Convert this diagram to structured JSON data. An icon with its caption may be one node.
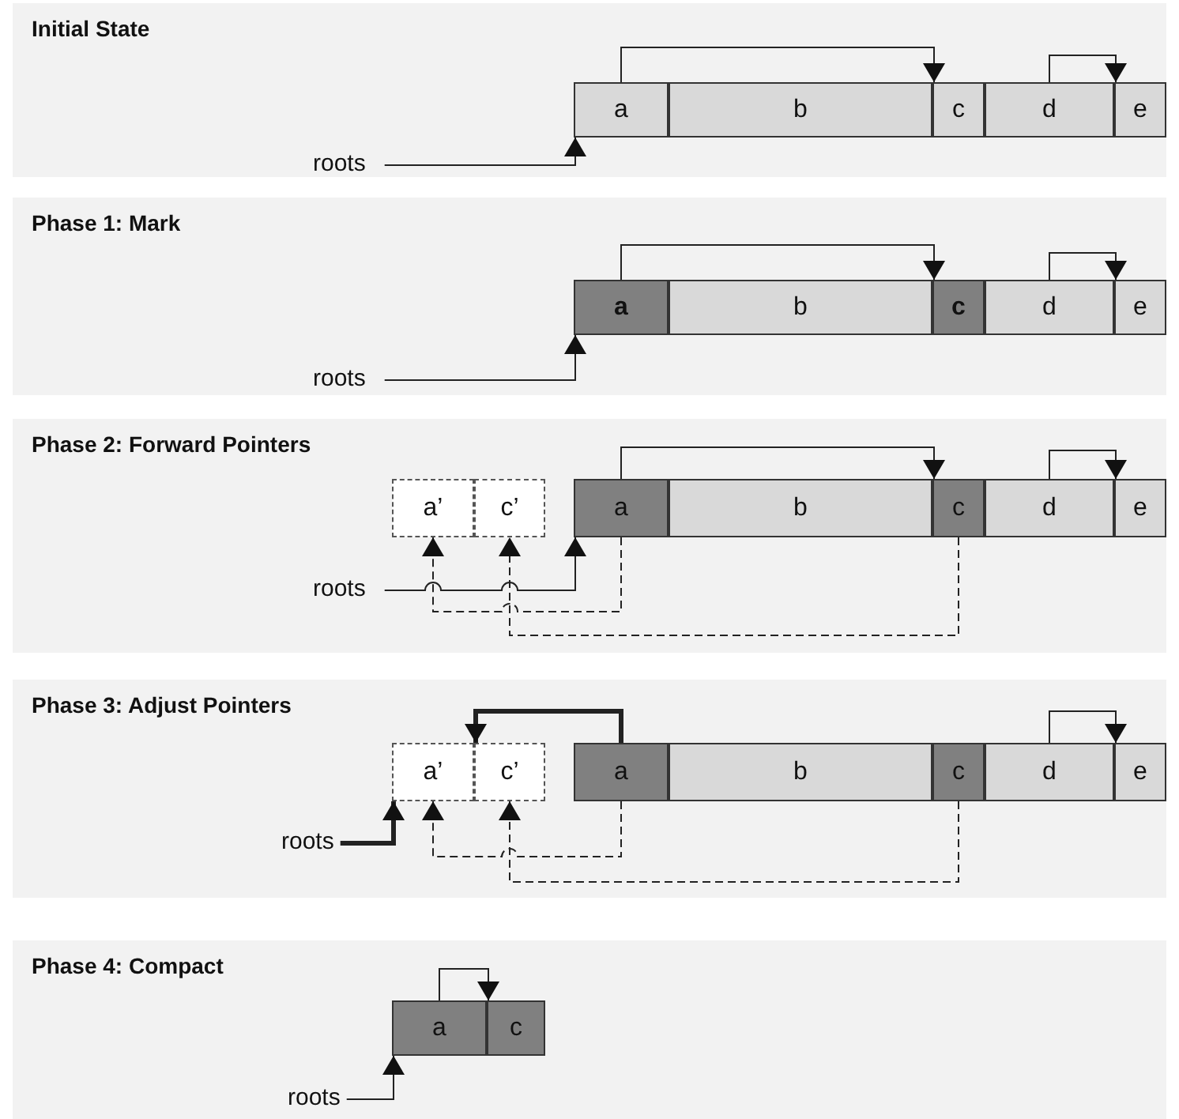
{
  "diagram": {
    "nodes": [
      {
        "text": [
          "Initial State"
        ]
      },
      {
        "text": [
          "a"
        ],
        "in": 0
      },
      {
        "text": [
          "b"
        ],
        "in": 0
      },
      {
        "text": [
          "c"
        ],
        "in": 0
      },
      {
        "text": [
          "d"
        ],
        "in": 0
      },
      {
        "text": [
          "e"
        ],
        "in": 0
      },
      {
        "text": [
          "roots"
        ],
        "in": 0
      },
      {
        "text": [
          "Phase 1: Mark"
        ]
      },
      {
        "text": [
          "a"
        ],
        "in": 7
      },
      {
        "text": [
          "b"
        ],
        "in": 7
      },
      {
        "text": [
          "c"
        ],
        "in": 7
      },
      {
        "text": [
          "d"
        ],
        "in": 7
      },
      {
        "text": [
          "e"
        ],
        "in": 7
      },
      {
        "text": [
          "roots"
        ],
        "in": 7
      },
      {
        "text": [
          "Phase 2: Forward Pointers"
        ]
      },
      {
        "text": [
          "a’"
        ],
        "in": 14
      },
      {
        "text": [
          "c’"
        ],
        "in": 14
      },
      {
        "text": [
          "a"
        ],
        "in": 14
      },
      {
        "text": [
          "b"
        ],
        "in": 14
      },
      {
        "text": [
          "c"
        ],
        "in": 14
      },
      {
        "text": [
          "d"
        ],
        "in": 14
      },
      {
        "text": [
          "e"
        ],
        "in": 14
      },
      {
        "text": [
          "roots"
        ],
        "in": 14
      },
      {
        "text": [
          "Phase 3: Adjust Pointers"
        ]
      },
      {
        "text": [
          "a’"
        ],
        "in": 23
      },
      {
        "text": [
          "c’"
        ],
        "in": 23
      },
      {
        "text": [
          "a"
        ],
        "in": 23
      },
      {
        "text": [
          "b"
        ],
        "in": 23
      },
      {
        "text": [
          "c"
        ],
        "in": 23
      },
      {
        "text": [
          "d"
        ],
        "in": 23
      },
      {
        "text": [
          "e"
        ],
        "in": 23
      },
      {
        "text": [
          "roots"
        ],
        "in": 23
      },
      {
        "text": [
          "Phase 4: Compact"
        ]
      },
      {
        "text": [
          "a"
        ],
        "in": 32
      },
      {
        "text": [
          "c"
        ],
        "in": 32
      },
      {
        "text": [
          "roots"
        ],
        "in": 32
      }
    ],
    "edges": [
      {
        "from": 6,
        "to": 1,
        "arrow": "to"
      },
      {
        "from": 1,
        "to": 3,
        "arrow": "to"
      },
      {
        "from": 4,
        "to": 5,
        "arrow": "to"
      },
      {
        "from": 13,
        "to": 8,
        "arrow": "to"
      },
      {
        "from": 8,
        "to": 10,
        "arrow": "to"
      },
      {
        "from": 11,
        "to": 12,
        "arrow": "to"
      },
      {
        "from": 17,
        "to": 19,
        "arrow": "to"
      },
      {
        "from": 20,
        "to": 21,
        "arrow": "to"
      },
      {
        "from": 22,
        "to": 17,
        "arrow": "to"
      },
      {
        "from": 17,
        "to": 15,
        "arrow": "to",
        "style": "dashed"
      },
      {
        "from": 19,
        "to": 16,
        "arrow": "to",
        "style": "dashed"
      },
      {
        "from": 26,
        "to": 25,
        "arrow": "to",
        "style": "thick"
      },
      {
        "from": 29,
        "to": 30,
        "arrow": "to"
      },
      {
        "from": 31,
        "to": 24,
        "arrow": "to",
        "style": "thick"
      },
      {
        "from": 26,
        "to": 24,
        "arrow": "to",
        "style": "dashed"
      },
      {
        "from": 28,
        "to": 25,
        "arrow": "to",
        "style": "dashed"
      },
      {
        "from": 33,
        "to": 34,
        "arrow": "to"
      },
      {
        "from": 35,
        "to": 33,
        "arrow": "to"
      }
    ]
  }
}
